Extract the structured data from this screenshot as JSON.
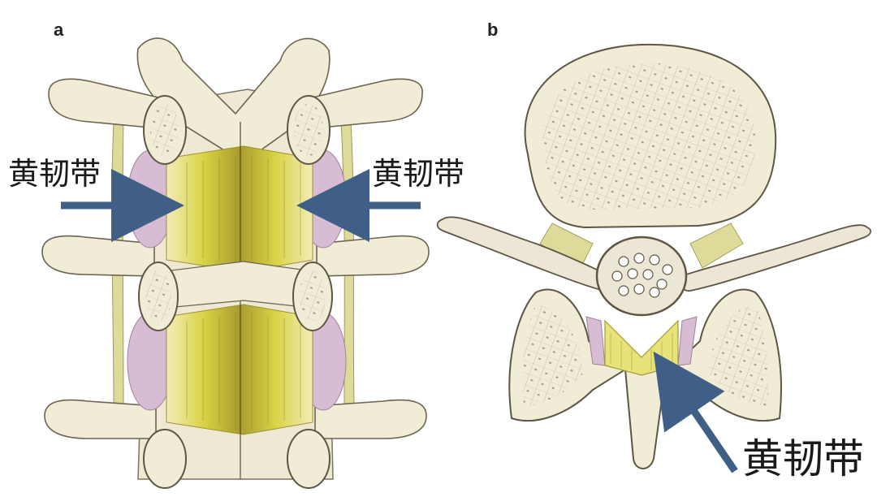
{
  "panels": [
    {
      "letter": "a",
      "labels": [
        "黄韧带",
        "黄韧带"
      ]
    },
    {
      "letter": "b",
      "labels": [
        "黄韧带"
      ]
    }
  ],
  "colors": {
    "bone": "#f1ecd6",
    "bone_outline": "#6b6450",
    "ligament_yellow": "#d8d23a",
    "capsule_pink": "#c9a6c6",
    "arrow": "#3f5f86",
    "cancellous": "#8d8775"
  }
}
